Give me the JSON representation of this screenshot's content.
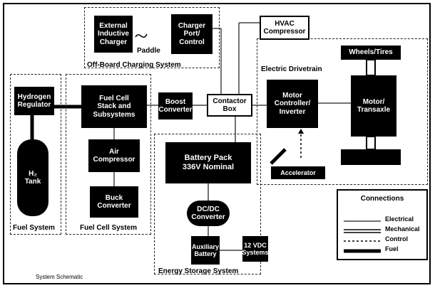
{
  "boxes": {
    "external_charger": "External\nInductive\nCharger",
    "paddle": "Paddle",
    "charger_port": "Charger\nPort/\nControl",
    "hvac": "HVAC\nCompressor",
    "hydrogen_regulator": "Hydrogen\nRegulator",
    "h2_tank": "H₂\nTank",
    "fuel_cell_stack": "Fuel Cell\nStack and\nSubsystems",
    "boost_converter": "Boost\nConverter",
    "air_compressor": "Air\nCompressor",
    "buck_converter": "Buck\nConverter",
    "contactor_box": "Contactor\nBox",
    "battery_pack": "Battery Pack\n336V Nominal",
    "dcdc_converter": "DC/DC\nConverter",
    "auxiliary_battery": "Auxiliary\nBattery",
    "systems_12v": "12 VDC\nSystems",
    "motor_controller": "Motor\nController/\nInverter",
    "motor_transaxle": "Motor/\nTransaxle",
    "wheels_tires": "Wheels/Tires",
    "accelerator": "Accelerator"
  },
  "groups": {
    "offboard": "Off-Board Charging System",
    "electric_drivetrain": "Electric Drivetrain",
    "fuel_system": "Fuel System",
    "fuel_cell_system": "Fuel Cell System",
    "energy_storage": "Energy Storage System"
  },
  "legend": {
    "title": "Connections",
    "items": [
      "Electrical",
      "Mechanical",
      "Control",
      "Fuel"
    ]
  },
  "caption": "System Schematic"
}
